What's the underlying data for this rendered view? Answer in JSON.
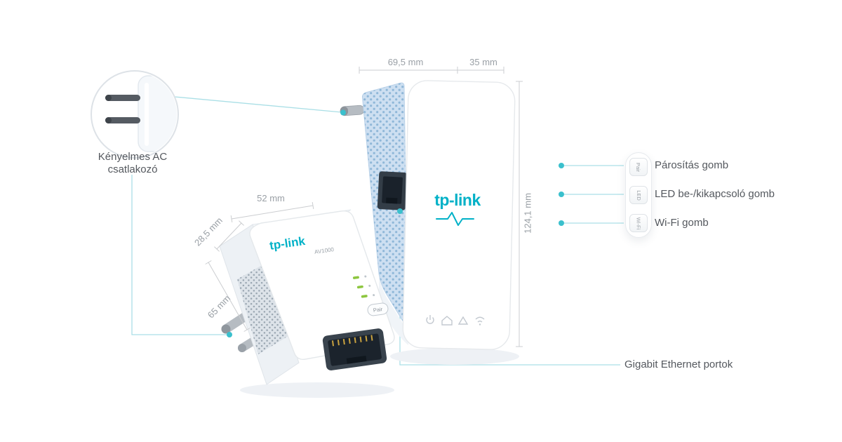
{
  "colors": {
    "accent_teal": "#3ac0cd",
    "callout_line": "#aadfe6",
    "brand_teal": "#00b1c7",
    "led_green": "#8dc63f",
    "vent_blue": "#cddff1"
  },
  "labels": {
    "ac_plug": "Kényelmes AC csatlakozó",
    "ethernet_ports": "Gigabit Ethernet portok"
  },
  "button_callouts": [
    {
      "button": "Pair",
      "label": "Párosítás gomb"
    },
    {
      "button": "LED",
      "label": "LED be-/kikapcsoló gomb"
    },
    {
      "button": "Wi-Fi",
      "label": "Wi-Fi gomb"
    }
  ],
  "dimensions": {
    "extender_width": "69,5 mm",
    "extender_depth": "35 mm",
    "extender_height": "124,1 mm",
    "adapter_width": "52 mm",
    "adapter_depth": "28,5 mm",
    "adapter_height": "65 mm"
  },
  "extender": {
    "brand": "tp-link",
    "footer_icons": [
      "power-icon",
      "house-icon",
      "link-icon",
      "wifi-icon"
    ]
  },
  "adapter": {
    "brand": "tp-link",
    "model": "AV1000",
    "pair_button": "Pair"
  }
}
